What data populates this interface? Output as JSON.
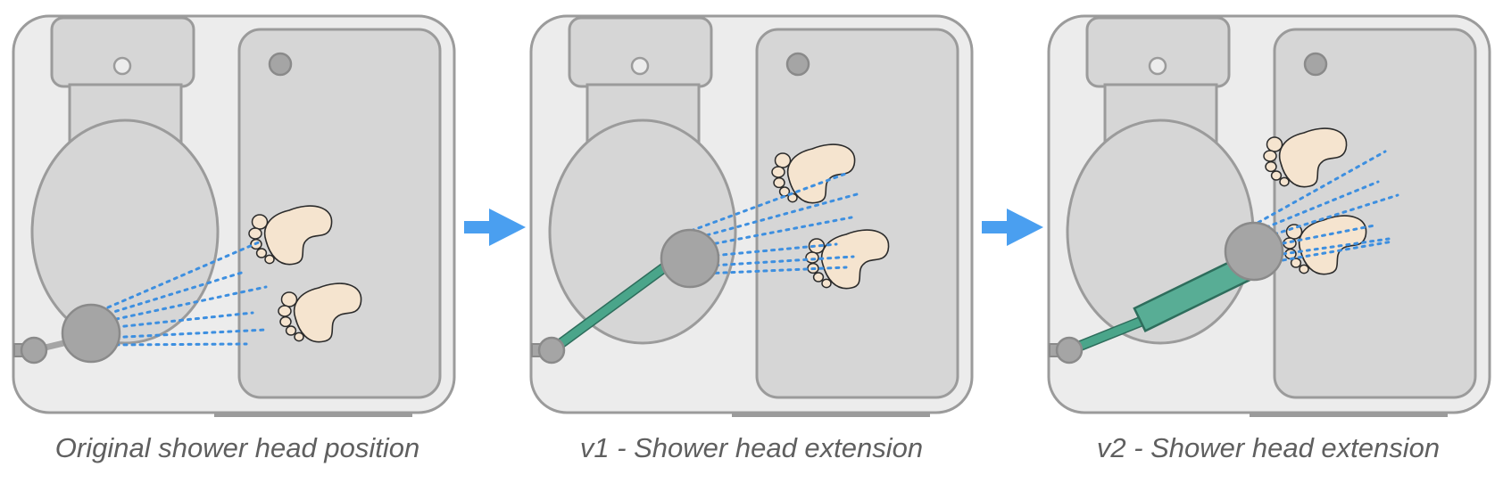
{
  "captions": [
    "Original shower head position",
    "v1 - Shower head extension",
    "v2 - Shower head extension"
  ],
  "colors": {
    "room_fill": "#ececec",
    "fixture_fill": "#d6d6d6",
    "outline": "#9b9b9b",
    "nozzle": "#a5a5a5",
    "extension_arm": "#4aa58a",
    "extension_sleeve": "#58ad95",
    "spray": "#3d8fe0",
    "arrow": "#4a9ff0",
    "foot_fill": "#f5e4cf",
    "foot_outline": "#2b2b2b",
    "caption_text": "#5f5f5f"
  },
  "icons": [
    "bathroom-floorplan",
    "toilet",
    "shower-floor",
    "shower-head",
    "footprint",
    "water-spray",
    "arrow-right"
  ],
  "panels": [
    {
      "id": "original",
      "extension": "none"
    },
    {
      "id": "v1",
      "extension": "single-arm"
    },
    {
      "id": "v2",
      "extension": "telescoping-arm"
    }
  ]
}
